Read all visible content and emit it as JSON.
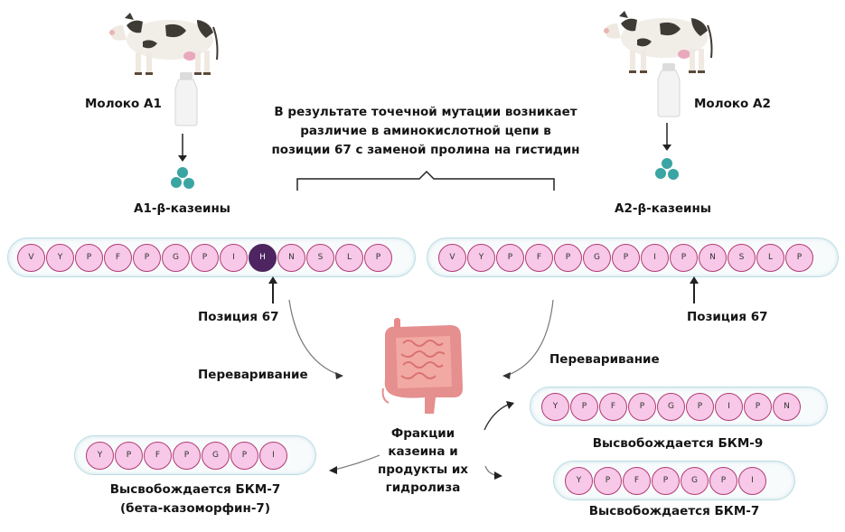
{
  "left": {
    "milk_label": "Молоко А1",
    "casein_label": "А1-β-казеины",
    "position_label": "Позиция 67",
    "digestion_label": "Переваривание",
    "chain": [
      "V",
      "Y",
      "P",
      "F",
      "P",
      "G",
      "P",
      "I",
      "H",
      "N",
      "S",
      "L",
      "P"
    ],
    "mutated_index": 8
  },
  "right": {
    "milk_label": "Молоко А2",
    "casein_label": "А2-β-казеины",
    "position_label": "Позиция 67",
    "digestion_label": "Переваривание",
    "chain": [
      "V",
      "Y",
      "P",
      "F",
      "P",
      "G",
      "P",
      "I",
      "P",
      "N",
      "S",
      "L",
      "P"
    ],
    "marked_index": 8
  },
  "mutation_note": {
    "line1": "В результате точечной мутации возникает",
    "line2": "различие в аминокислотной цепи в",
    "line3": "позиции 67 с заменой пролина на гистидин"
  },
  "center": {
    "line1": "Фракции",
    "line2": "казеина и",
    "line3": "продукты их",
    "line4": "гидролиза"
  },
  "products": {
    "bottom_left": {
      "chain": [
        "Y",
        "P",
        "F",
        "P",
        "G",
        "P",
        "I"
      ],
      "label1": "Высвобождается БКМ-7",
      "label2": "(бета-казоморфин-7)"
    },
    "right_top": {
      "chain": [
        "Y",
        "P",
        "F",
        "P",
        "G",
        "P",
        "I",
        "P",
        "N"
      ],
      "label": "Высвобождается БКМ-9"
    },
    "right_bottom": {
      "chain": [
        "Y",
        "P",
        "F",
        "P",
        "G",
        "P",
        "I"
      ],
      "label": "Высвобождается БКМ-7"
    }
  },
  "colors": {
    "bead_fill": "#f7c8e8",
    "bead_border": "#b23a73",
    "mutated_bead": "#4e2560",
    "casein_dots": "#3aa5a3",
    "chain_outline": "#b9dde4",
    "intestine": "#e58f8f"
  }
}
